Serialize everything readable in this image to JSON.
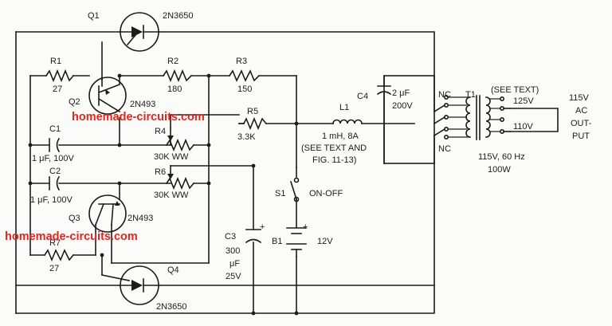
{
  "watermarks": [
    "homemade-circuits.com",
    "homemade-circuits.com"
  ],
  "components": {
    "q1": {
      "ref": "Q1",
      "part": "2N3650"
    },
    "q2": {
      "ref": "Q2",
      "part": "2N493"
    },
    "q3": {
      "ref": "Q3",
      "part": "2N493"
    },
    "q4": {
      "ref": "Q4",
      "part": "2N3650"
    },
    "r1": {
      "ref": "R1",
      "value": "27"
    },
    "r2": {
      "ref": "R2",
      "value": "180"
    },
    "r3": {
      "ref": "R3",
      "value": "150"
    },
    "r4": {
      "ref": "R4",
      "value": "30K WW"
    },
    "r5": {
      "ref": "R5",
      "value": "3.3K"
    },
    "r6": {
      "ref": "R6",
      "value": "30K WW"
    },
    "r7": {
      "ref": "R7",
      "value": "27"
    },
    "c1": {
      "ref": "C1",
      "value": "1 μF, 100V"
    },
    "c2": {
      "ref": "C2",
      "value": "1 μF, 100V"
    },
    "c3": {
      "ref": "C3",
      "value_lines": [
        "300",
        "μF",
        "25V"
      ]
    },
    "c4": {
      "ref": "C4",
      "value_lines": [
        "2 μF",
        "200V"
      ]
    },
    "l1": {
      "ref": "L1",
      "value": "1 mH, 8A",
      "note_lines": [
        "(SEE TEXT AND",
        "FIG. 11-13)"
      ]
    },
    "s1": {
      "ref": "S1",
      "label": "ON-OFF"
    },
    "b1": {
      "ref": "B1",
      "value": "12V"
    },
    "t1": {
      "ref": "T1",
      "note": "(SEE TEXT)",
      "tap_high": "125V",
      "tap_low": "110V",
      "nc_top": "NC",
      "nc_bottom": "NC",
      "rating_lines": [
        "115V, 60 Hz",
        "100W"
      ]
    },
    "output": {
      "lines": [
        "115V",
        "AC",
        "OUT-",
        "PUT"
      ]
    },
    "polarity": {
      "plus": "+"
    }
  }
}
